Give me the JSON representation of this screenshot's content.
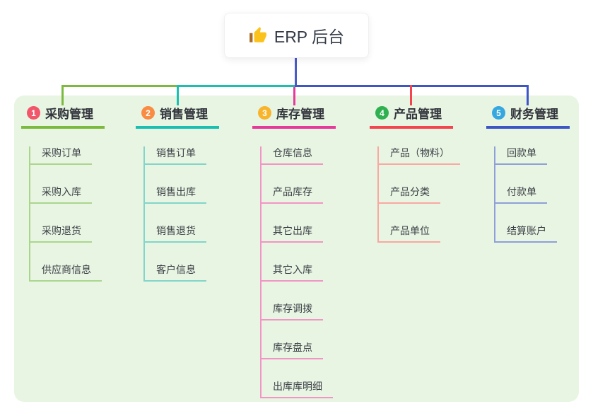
{
  "root": {
    "title": "ERP 后台",
    "icon": "thumbs-up"
  },
  "colors": {
    "canvas_bg": "#FFFFFF",
    "panel_bg": "#E9F5E3",
    "root_connector": "#4A5AC8",
    "root_title_text": "#333A45",
    "item_text": "#3B3F46"
  },
  "branches": [
    {
      "num": "1",
      "label": "采购管理",
      "badge_color": "#F2566A",
      "line_color": "#7CBA3F",
      "sub_line_color": "#A9D68C",
      "children": [
        "采购订单",
        "采购入库",
        "采购退货",
        "供应商信息"
      ]
    },
    {
      "num": "2",
      "label": "销售管理",
      "badge_color": "#F98C42",
      "line_color": "#1BBFB2",
      "sub_line_color": "#82D5CA",
      "children": [
        "销售订单",
        "销售出库",
        "销售退货",
        "客户信息"
      ]
    },
    {
      "num": "3",
      "label": "库存管理",
      "badge_color": "#F8B52C",
      "line_color": "#E6399B",
      "sub_line_color": "#F294C5",
      "children": [
        "仓库信息",
        "产品库存",
        "其它出库",
        "其它入库",
        "库存调拨",
        "库存盘点",
        "出库库明细"
      ]
    },
    {
      "num": "4",
      "label": "产品管理",
      "badge_color": "#2FB151",
      "line_color": "#F4454F",
      "sub_line_color": "#F9A8A1",
      "children": [
        "产品（物料）",
        "产品分类",
        "产品单位"
      ]
    },
    {
      "num": "5",
      "label": "财务管理",
      "badge_color": "#37A8DF",
      "line_color": "#3D56C5",
      "sub_line_color": "#8EA0D7",
      "children": [
        "回款单",
        "付款单",
        "结算账户"
      ]
    }
  ]
}
